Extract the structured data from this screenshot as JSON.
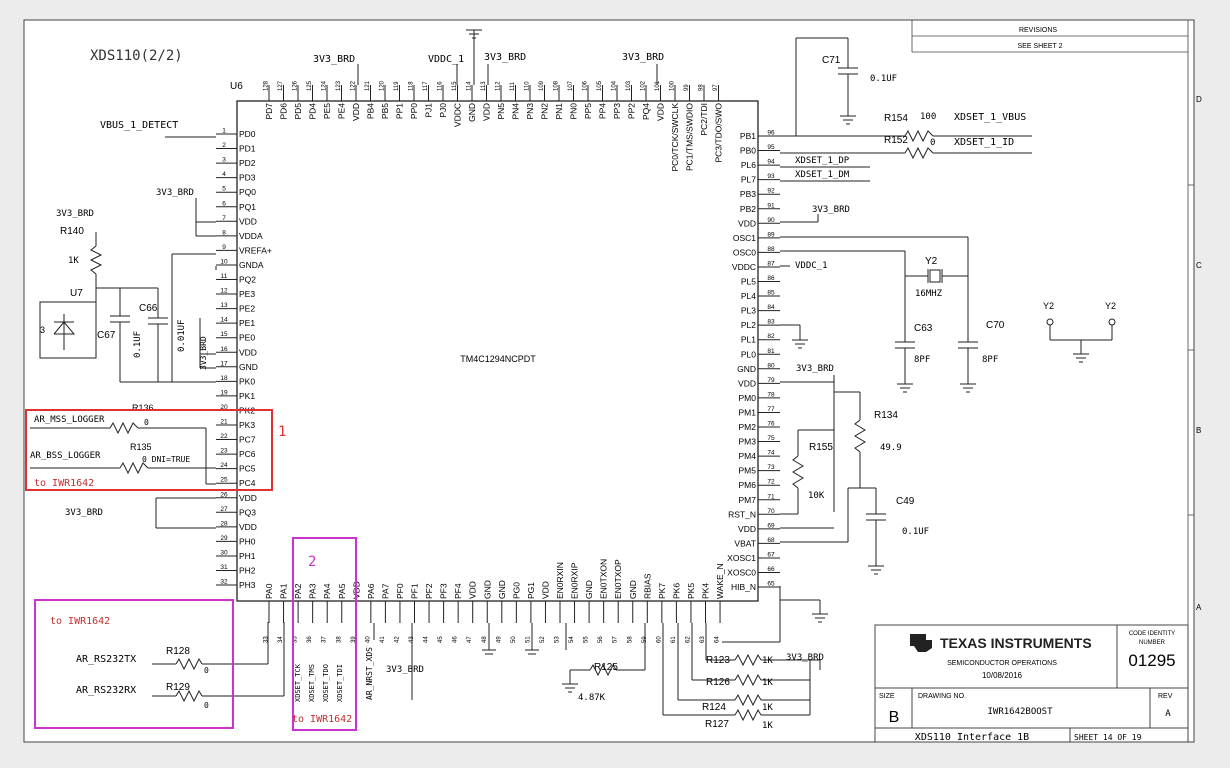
{
  "sheet_title": "XDS110(2/2)",
  "ic": {
    "ref": "U6",
    "part": "TM4C1294NCPDT",
    "left_pins": [
      {
        "num": "1",
        "name": "PD0"
      },
      {
        "num": "2",
        "name": "PD1"
      },
      {
        "num": "3",
        "name": "PD2"
      },
      {
        "num": "4",
        "name": "PD3"
      },
      {
        "num": "5",
        "name": "PQ0"
      },
      {
        "num": "6",
        "name": "PQ1"
      },
      {
        "num": "7",
        "name": "VDD"
      },
      {
        "num": "8",
        "name": "VDDA"
      },
      {
        "num": "9",
        "name": "VREFA+"
      },
      {
        "num": "10",
        "name": "GNDA"
      },
      {
        "num": "11",
        "name": "PQ2"
      },
      {
        "num": "12",
        "name": "PE3"
      },
      {
        "num": "13",
        "name": "PE2"
      },
      {
        "num": "14",
        "name": "PE1"
      },
      {
        "num": "15",
        "name": "PE0"
      },
      {
        "num": "16",
        "name": "VDD"
      },
      {
        "num": "17",
        "name": "GND"
      },
      {
        "num": "18",
        "name": "PK0"
      },
      {
        "num": "19",
        "name": "PK1"
      },
      {
        "num": "20",
        "name": "PK2"
      },
      {
        "num": "21",
        "name": "PK3"
      },
      {
        "num": "22",
        "name": "PC7"
      },
      {
        "num": "23",
        "name": "PC6"
      },
      {
        "num": "24",
        "name": "PC5"
      },
      {
        "num": "25",
        "name": "PC4"
      },
      {
        "num": "26",
        "name": "VDD"
      },
      {
        "num": "27",
        "name": "PQ3"
      },
      {
        "num": "28",
        "name": "VDD"
      },
      {
        "num": "29",
        "name": "PH0"
      },
      {
        "num": "30",
        "name": "PH1"
      },
      {
        "num": "31",
        "name": "PH2"
      },
      {
        "num": "32",
        "name": "PH3"
      }
    ],
    "right_pins": [
      {
        "num": "96",
        "name": "PB1"
      },
      {
        "num": "95",
        "name": "PB0"
      },
      {
        "num": "94",
        "name": "PL6"
      },
      {
        "num": "93",
        "name": "PL7"
      },
      {
        "num": "92",
        "name": "PB3"
      },
      {
        "num": "91",
        "name": "PB2"
      },
      {
        "num": "90",
        "name": "VDD"
      },
      {
        "num": "89",
        "name": "OSC1"
      },
      {
        "num": "88",
        "name": "OSC0"
      },
      {
        "num": "87",
        "name": "VDDC"
      },
      {
        "num": "86",
        "name": "PL5"
      },
      {
        "num": "85",
        "name": "PL4"
      },
      {
        "num": "84",
        "name": "PL3"
      },
      {
        "num": "83",
        "name": "PL2"
      },
      {
        "num": "82",
        "name": "PL1"
      },
      {
        "num": "81",
        "name": "PL0"
      },
      {
        "num": "80",
        "name": "GND"
      },
      {
        "num": "79",
        "name": "VDD"
      },
      {
        "num": "78",
        "name": "PM0"
      },
      {
        "num": "77",
        "name": "PM1"
      },
      {
        "num": "76",
        "name": "PM2"
      },
      {
        "num": "75",
        "name": "PM3"
      },
      {
        "num": "74",
        "name": "PM4"
      },
      {
        "num": "73",
        "name": "PM5"
      },
      {
        "num": "72",
        "name": "PM6"
      },
      {
        "num": "71",
        "name": "PM7"
      },
      {
        "num": "70",
        "name": "RST_N"
      },
      {
        "num": "69",
        "name": "VDD"
      },
      {
        "num": "68",
        "name": "VBAT"
      },
      {
        "num": "67",
        "name": "XOSC1"
      },
      {
        "num": "66",
        "name": "XOSC0"
      },
      {
        "num": "65",
        "name": "HIB_N"
      }
    ],
    "top_pins": [
      {
        "num": "128",
        "name": "PD7"
      },
      {
        "num": "127",
        "name": "PD6"
      },
      {
        "num": "126",
        "name": "PD5"
      },
      {
        "num": "125",
        "name": "PD4"
      },
      {
        "num": "124",
        "name": "PE5"
      },
      {
        "num": "123",
        "name": "PE4"
      },
      {
        "num": "122",
        "name": "VDD"
      },
      {
        "num": "121",
        "name": "PB4"
      },
      {
        "num": "120",
        "name": "PB5"
      },
      {
        "num": "119",
        "name": "PP1"
      },
      {
        "num": "118",
        "name": "PP0"
      },
      {
        "num": "117",
        "name": "PJ1"
      },
      {
        "num": "116",
        "name": "PJ0"
      },
      {
        "num": "115",
        "name": "VDDC"
      },
      {
        "num": "114",
        "name": "GND"
      },
      {
        "num": "113",
        "name": "VDD"
      },
      {
        "num": "112",
        "name": "PN5"
      },
      {
        "num": "111",
        "name": "PN4"
      },
      {
        "num": "110",
        "name": "PN3"
      },
      {
        "num": "109",
        "name": "PN2"
      },
      {
        "num": "108",
        "name": "PN1"
      },
      {
        "num": "107",
        "name": "PN0"
      },
      {
        "num": "106",
        "name": "PP5"
      },
      {
        "num": "105",
        "name": "PP4"
      },
      {
        "num": "104",
        "name": "PP3"
      },
      {
        "num": "103",
        "name": "PP2"
      },
      {
        "num": "102",
        "name": "PQ4"
      },
      {
        "num": "101",
        "name": "VDD"
      },
      {
        "num": "100",
        "name": "PC0/TCK/SWCLK"
      },
      {
        "num": "99",
        "name": "PC1/TMS/SWDIO"
      },
      {
        "num": "98",
        "name": "PC2/TDI"
      },
      {
        "num": "97",
        "name": "PC3/TDO/SWO"
      }
    ],
    "bottom_pins": [
      {
        "num": "33",
        "name": "PA0"
      },
      {
        "num": "34",
        "name": "PA1"
      },
      {
        "num": "35",
        "name": "PA2"
      },
      {
        "num": "36",
        "name": "PA3"
      },
      {
        "num": "37",
        "name": "PA4"
      },
      {
        "num": "38",
        "name": "PA5"
      },
      {
        "num": "39",
        "name": "VDD"
      },
      {
        "num": "40",
        "name": "PA6"
      },
      {
        "num": "41",
        "name": "PA7"
      },
      {
        "num": "42",
        "name": "PF0"
      },
      {
        "num": "43",
        "name": "PF1"
      },
      {
        "num": "44",
        "name": "PF2"
      },
      {
        "num": "45",
        "name": "PF3"
      },
      {
        "num": "46",
        "name": "PF4"
      },
      {
        "num": "47",
        "name": "VDD"
      },
      {
        "num": "48",
        "name": "GND"
      },
      {
        "num": "49",
        "name": "GND"
      },
      {
        "num": "50",
        "name": "PG0"
      },
      {
        "num": "51",
        "name": "PG1"
      },
      {
        "num": "52",
        "name": "VDD"
      },
      {
        "num": "53",
        "name": "EN0RXIN"
      },
      {
        "num": "54",
        "name": "EN0RXIP"
      },
      {
        "num": "55",
        "name": "GND"
      },
      {
        "num": "56",
        "name": "EN0TXON"
      },
      {
        "num": "57",
        "name": "EN0TXOP"
      },
      {
        "num": "58",
        "name": "GND"
      },
      {
        "num": "59",
        "name": "RBIAS"
      },
      {
        "num": "60",
        "name": "PK7"
      },
      {
        "num": "61",
        "name": "PK6"
      },
      {
        "num": "62",
        "name": "PK5"
      },
      {
        "num": "63",
        "name": "PK4"
      },
      {
        "num": "64",
        "name": "WAKE_N"
      }
    ]
  },
  "nets": {
    "3v3_brd": "3V3_BRD",
    "vddc_1": "VDDC_1",
    "vbus_detect": "VBUS_1_DETECT",
    "xdset_vbus": "XDSET_1_VBUS",
    "xdset_id": "XDSET_1_ID",
    "xdset_dp": "XDSET_1_DP",
    "xdset_dm": "XDSET_1_DM",
    "ar_mss_logger": "AR_MSS_LOGGER",
    "ar_bss_logger": "AR_BSS_LOGGER",
    "ar_rs232tx": "AR_RS232TX",
    "ar_rs232rx": "AR_RS232RX",
    "ar_nrst_xds": "AR_NRST_XDS",
    "xdset_tck": "XDSET_TCK",
    "xdset_tms": "XDSET_TMS",
    "xdset_tdo": "XDSET_TDO",
    "xdset_tdi": "XDSET_TDI"
  },
  "components": {
    "c71": {
      "ref": "C71",
      "value": "0.1UF"
    },
    "r154": {
      "ref": "R154",
      "value": "100"
    },
    "r152": {
      "ref": "R152",
      "value": "0"
    },
    "y2": {
      "ref": "Y2",
      "value": "16MHZ"
    },
    "y2_pad_a": "Y2",
    "y2_pad_b": "Y2",
    "c63": {
      "ref": "C63",
      "value": "8PF"
    },
    "c70": {
      "ref": "C70",
      "value": "8PF"
    },
    "r134": {
      "ref": "R134",
      "value": "49.9"
    },
    "r155": {
      "ref": "R155",
      "value": "10K"
    },
    "c49": {
      "ref": "C49",
      "value": "0.1UF"
    },
    "r140": {
      "ref": "R140",
      "value": "1K"
    },
    "u7": {
      "ref": "U7",
      "pin": "3"
    },
    "c66": {
      "ref": "C66",
      "value": "0.01UF"
    },
    "c67": {
      "ref": "C67",
      "value": "0.1UF"
    },
    "r136": {
      "ref": "R136",
      "value": "0"
    },
    "r135": {
      "ref": "R135",
      "value": "0 DNI=TRUE"
    },
    "r128": {
      "ref": "R128",
      "value": "0"
    },
    "r129": {
      "ref": "R129",
      "value": "0"
    },
    "r125": {
      "ref": "R125",
      "value": "4.87K"
    },
    "r123": {
      "ref": "R123",
      "value": "1K"
    },
    "r126": {
      "ref": "R126",
      "value": "1K"
    },
    "r124": {
      "ref": "R124",
      "value": "1K"
    },
    "r127": {
      "ref": "R127",
      "value": "1K"
    }
  },
  "annotations": {
    "box1_number": "1",
    "box1_note": "to IWR1642",
    "box2_number": "2",
    "box2_note": "to IWR1642",
    "box3_note": "to IWR1642"
  },
  "title_block": {
    "revisions": "REVISIONS",
    "see_sheet": "SEE SHEET 2",
    "company": "TEXAS INSTRUMENTS",
    "division": "SEMICONDUCTOR OPERATIONS",
    "date": "10/08/2016",
    "code_identity_label1": "CODE IDENTITY",
    "code_identity_label2": "NUMBER",
    "code_identity": "01295",
    "size_label": "SIZE",
    "size": "B",
    "drawing_no_label": "DRAWING NO.",
    "drawing_no": "IWR1642BOOST",
    "rev_label": "REV",
    "rev": "A",
    "sheet_name": "XDS110 Interface 1B",
    "sheet_num": "SHEET 14 OF 19"
  },
  "zone_letters": [
    "D",
    "C",
    "B",
    "A"
  ],
  "colors": {
    "ink": "#222222",
    "box1": "#e03030",
    "box2": "#cc33cc",
    "note": "#c03030"
  }
}
